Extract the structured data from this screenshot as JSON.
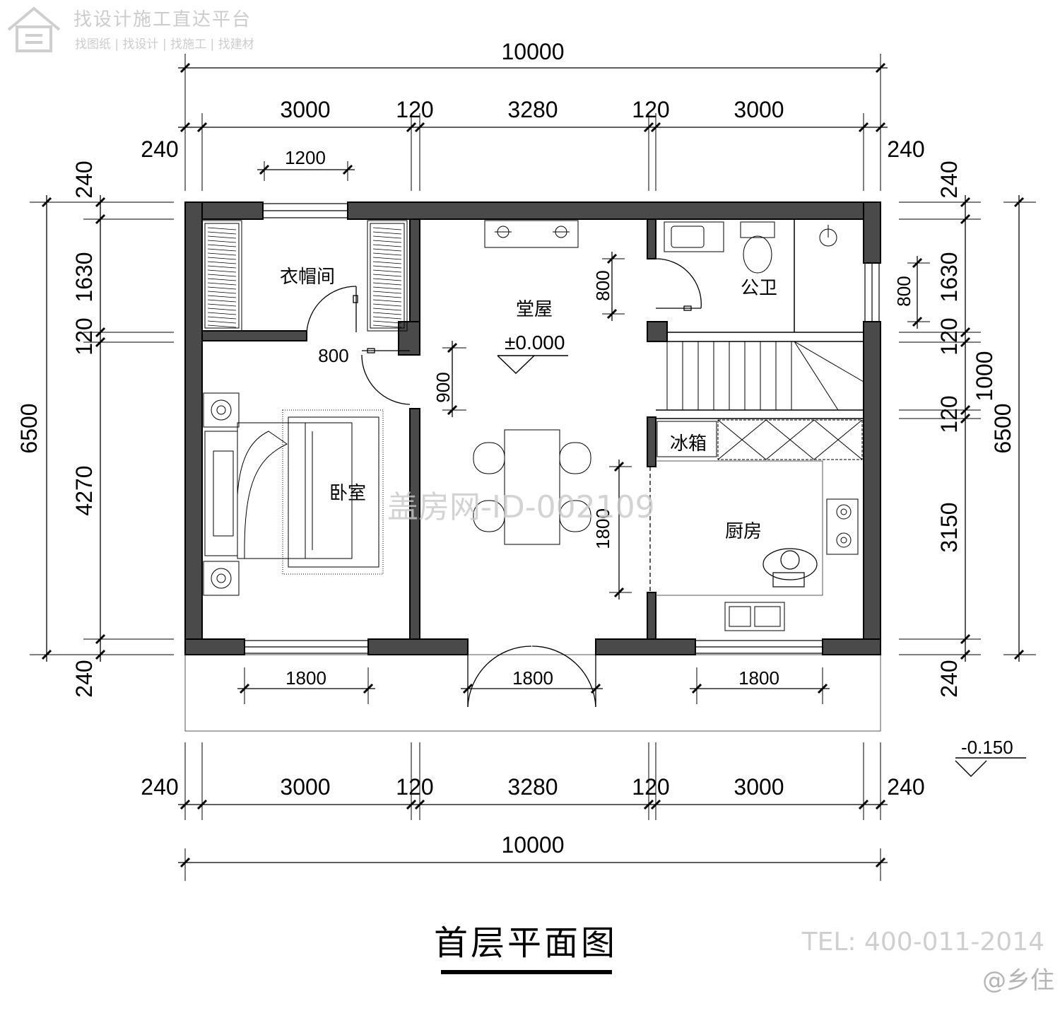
{
  "watermark": {
    "brand_line1": "找设计施工直达平台",
    "brand_line2": "找图纸 | 找设计 | 找施工 | 找建材",
    "center_mark": "盖房网-ID-002109",
    "tel": "TEL: 400-011-2014",
    "handle": "@乡住"
  },
  "title": "首层平面图",
  "rooms": {
    "cloakroom": "衣帽间",
    "hall": "堂屋",
    "hall_level": "±0.000",
    "bathroom": "公卫",
    "bedroom": "卧室",
    "fridge": "冰箱",
    "kitchen": "厨房"
  },
  "outdoor_level": "-0.150",
  "dims": {
    "top_total": "10000",
    "top_parts": [
      "3000",
      "120",
      "3280",
      "120",
      "3000"
    ],
    "top_side_left": "240",
    "top_side_right": "240",
    "bottom_total": "10000",
    "bottom_parts": [
      "3000",
      "120",
      "3280",
      "120",
      "3000"
    ],
    "bottom_side_left": "240",
    "bottom_side_right": "240",
    "window_cloak": "1200",
    "door_cloak": "800",
    "door_bed_v": "900",
    "door_bath_v": "800",
    "window_bath_v": "800",
    "kitchen_opening_v": "1800",
    "window_bed": "1800",
    "door_main": "1800",
    "window_kitchen": "1800",
    "left_total": "6500",
    "left_parts": [
      "240",
      "1630",
      "120",
      "4270",
      "240"
    ],
    "right_total": "6500",
    "right_parts": [
      "240",
      "1630",
      "120",
      "1000",
      "120",
      "3150",
      "240"
    ]
  }
}
